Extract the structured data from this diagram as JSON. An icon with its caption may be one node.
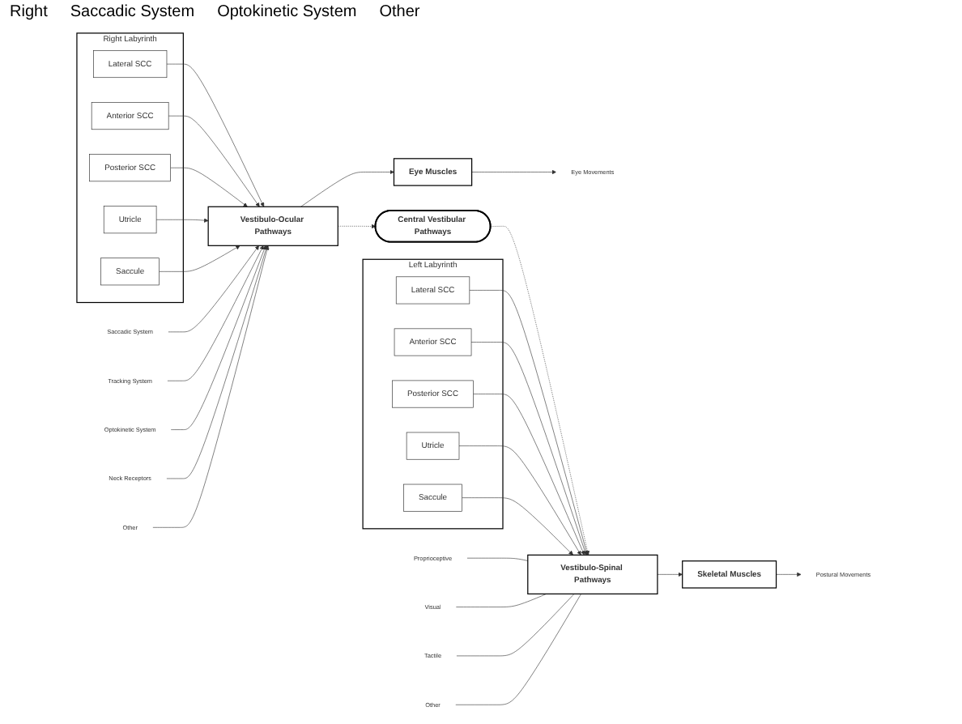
{
  "diagram": {
    "nodes": [
      {
        "text": [
          "Right Labyrinth"
        ]
      },
      {
        "text": [
          "Lateral SCC"
        ],
        "in": 0
      },
      {
        "text": [
          "Anterior SCC"
        ],
        "in": 0
      },
      {
        "text": [
          "Posterior SCC"
        ],
        "in": 0
      },
      {
        "text": [
          "Utricle"
        ],
        "in": 0
      },
      {
        "text": [
          "Saccule"
        ],
        "in": 0
      },
      {
        "text": [
          "Saccadic System"
        ]
      },
      {
        "text": [
          "Tracking System"
        ]
      },
      {
        "text": [
          "Optokinetic System"
        ]
      },
      {
        "text": [
          "Neck Receptors"
        ]
      },
      {
        "text": [
          "Other"
        ]
      },
      {
        "text": [
          "Vestibulo-Ocular Pathways"
        ]
      },
      {
        "text": [
          "Eye Muscles"
        ]
      },
      {
        "text": [
          "Eye Movements"
        ]
      },
      {
        "text": [
          "Central Vestibular Pathways"
        ]
      },
      {
        "text": [
          "Left Labyrinth"
        ]
      },
      {
        "text": [
          "Lateral SCC"
        ],
        "in": 15
      },
      {
        "text": [
          "Anterior SCC"
        ],
        "in": 15
      },
      {
        "text": [
          "Posterior SCC"
        ],
        "in": 15
      },
      {
        "text": [
          "Utricle"
        ],
        "in": 15
      },
      {
        "text": [
          "Saccule"
        ],
        "in": 15
      },
      {
        "text": [
          "Vestibulo-Spinal Pathways"
        ]
      },
      {
        "text": [
          "Skeletal Muscles"
        ]
      },
      {
        "text": [
          "Postural Movements"
        ]
      },
      {
        "text": [
          "Proprioceptive"
        ]
      },
      {
        "text": [
          "Visual"
        ]
      },
      {
        "text": [
          "Tactile"
        ]
      },
      {
        "text": [
          "Other"
        ]
      }
    ],
    "edges": [
      {
        "from": 1,
        "to": 11,
        "arrow": "to"
      },
      {
        "from": 2,
        "to": 11,
        "arrow": "to"
      },
      {
        "from": 3,
        "to": 11,
        "arrow": "to"
      },
      {
        "from": 4,
        "to": 11,
        "arrow": "to"
      },
      {
        "from": 5,
        "to": 11,
        "arrow": "to"
      },
      {
        "from": 6,
        "to": 11,
        "arrow": "to"
      },
      {
        "from": 7,
        "to": 11,
        "arrow": "to"
      },
      {
        "from": 8,
        "to": 11,
        "arrow": "to"
      },
      {
        "from": 9,
        "to": 11,
        "arrow": "to"
      },
      {
        "from": 10,
        "to": 11,
        "arrow": "to"
      },
      {
        "from": 11,
        "to": 12,
        "arrow": "to"
      },
      {
        "from": 12,
        "to": 13,
        "arrow": "to"
      },
      {
        "from": 11,
        "to": 14,
        "arrow": "to",
        "style": "dashed"
      },
      {
        "from": 14,
        "to": 21,
        "arrow": "to",
        "style": "dashed"
      },
      {
        "from": 16,
        "to": 21,
        "arrow": "to"
      },
      {
        "from": 17,
        "to": 21,
        "arrow": "to"
      },
      {
        "from": 18,
        "to": 21,
        "arrow": "to"
      },
      {
        "from": 19,
        "to": 21,
        "arrow": "to"
      },
      {
        "from": 20,
        "to": 21,
        "arrow": "to"
      },
      {
        "from": 21,
        "to": 22,
        "arrow": "to"
      },
      {
        "from": 22,
        "to": 23,
        "arrow": "to"
      },
      {
        "from": 24,
        "to": 21,
        "arrow": "none"
      },
      {
        "from": 25,
        "to": 21,
        "arrow": "none"
      },
      {
        "from": 26,
        "to": 21,
        "arrow": "none"
      },
      {
        "from": 27,
        "to": 21,
        "arrow": "none"
      }
    ],
    "labels": [
      "Right",
      "Saccadic System",
      "Optokinetic System",
      "Other"
    ]
  }
}
